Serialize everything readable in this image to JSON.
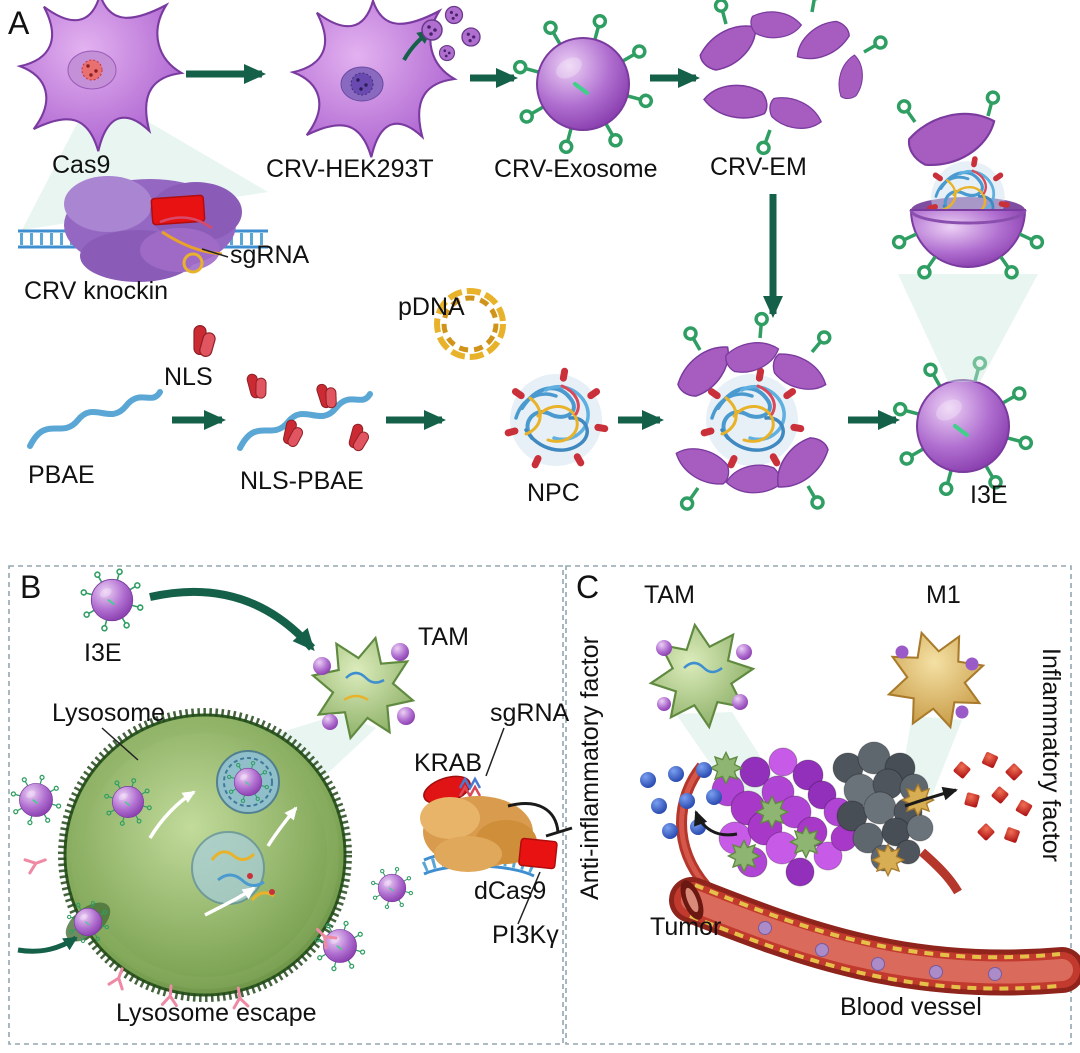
{
  "figure": {
    "panelA": {
      "letter": "A",
      "labels": {
        "cas9": "Cas9",
        "sgrna": "sgRNA",
        "crvKnockin": "CRV knockin",
        "crvHek": "CRV-HEK293T",
        "crvExosome": "CRV-Exosome",
        "crvEm": "CRV-EM",
        "nls": "NLS",
        "pbae": "PBAE",
        "nlsPbae": "NLS-PBAE",
        "pdna": "pDNA",
        "npc": "NPC",
        "i3e": "I3E"
      }
    },
    "panelB": {
      "letter": "B",
      "labels": {
        "i3e": "I3E",
        "tam": "TAM",
        "lysosome": "Lysosome",
        "sgrna": "sgRNA",
        "krab": "KRAB",
        "dcas9": "dCas9",
        "pi3kg": "PI3Kγ",
        "lysosomeEscape": "Lysosome escape"
      }
    },
    "panelC": {
      "letter": "C",
      "labels": {
        "tam": "TAM",
        "m1": "M1",
        "antiInflammatory": "Anti-inflammatory factor",
        "inflammatory": "Inflammatory factor",
        "tumor": "Tumor",
        "bloodVessel": "Blood vessel"
      }
    },
    "colors": {
      "arrow_teal": "#156049",
      "cell_purple": "#b06fd0",
      "hook_green": "#2f9e63",
      "polymer_blue": "#5aa7d6",
      "nls_red": "#cc2a33",
      "pdna_yellow": "#e8b32a",
      "lysosome_green": "#6f9e4f",
      "dcas9_orange": "#d99b4d",
      "tam_green": "#8fb573",
      "m1_yellow": "#d8ae55",
      "dot_blue": "#2f5fd0",
      "square_red": "#d93025",
      "vessel_red": "#c0392e",
      "inhibit_red": "#e81212"
    }
  }
}
